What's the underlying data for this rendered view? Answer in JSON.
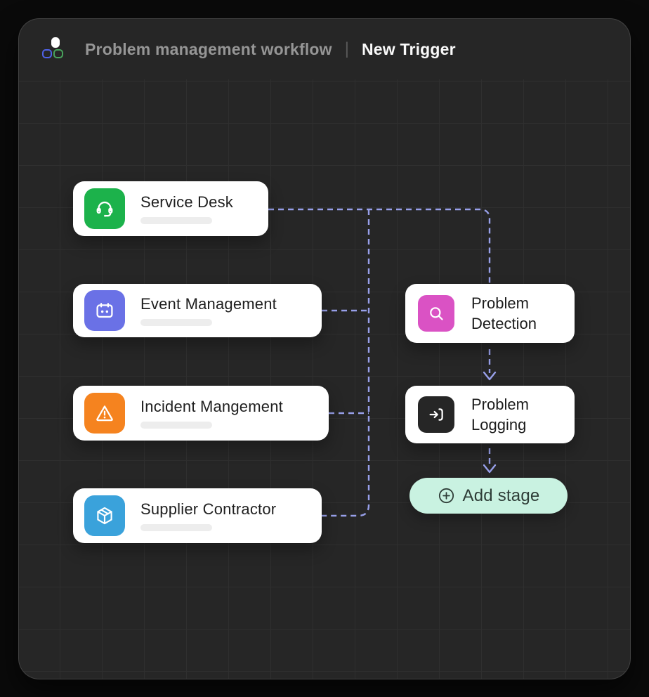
{
  "header": {
    "title": "Problem management workflow",
    "separator": "|",
    "trigger_label": "New Trigger",
    "logo": "app-logo-three-squares"
  },
  "colors": {
    "outer_bg": "#0a0a0a",
    "panel_bg": "#262626",
    "grid_line": "#2f2f2f",
    "card_bg": "#ffffff",
    "connector": "#98a0ea",
    "add_stage_bg": "#c9f2e1",
    "add_stage_text": "#2e3d37"
  },
  "nodes": {
    "sources": [
      {
        "label": "Service Desk",
        "icon": "headset-icon",
        "color": "#1cb24b"
      },
      {
        "label": "Event Management",
        "icon": "calendar-icon",
        "color": "#6a71e6"
      },
      {
        "label": "Incident Mangement",
        "icon": "warning-icon",
        "color": "#f5831f"
      },
      {
        "label": "Supplier Contractor",
        "icon": "cube-icon",
        "color": "#3aa2db"
      }
    ],
    "stages": [
      {
        "label": "Problem Detection",
        "icon": "search-icon",
        "color": "#da52c4"
      },
      {
        "label": "Problem Logging",
        "icon": "login-icon",
        "color": "#262626"
      }
    ],
    "add_stage": {
      "label": "Add stage",
      "icon": "plus-circle-icon"
    }
  }
}
